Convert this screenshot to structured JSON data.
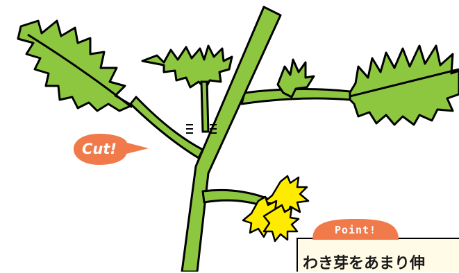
{
  "callouts": {
    "cut_label": "Cut!",
    "point_label": "Point!"
  },
  "caption": {
    "text": "わき芽をあまり伸"
  },
  "colors": {
    "stem": "#8dc63f",
    "leaf": "#8dc63f",
    "outline": "#000000",
    "cut_bubble": "#f07a4a",
    "point_tab": "#f07a4a",
    "caption_box_bg": "#fffbe6",
    "flower": "#ffeb00"
  },
  "icons": {
    "cut_marks": "scissor-cut-lines",
    "flowers": "yellow-flower-cluster"
  }
}
